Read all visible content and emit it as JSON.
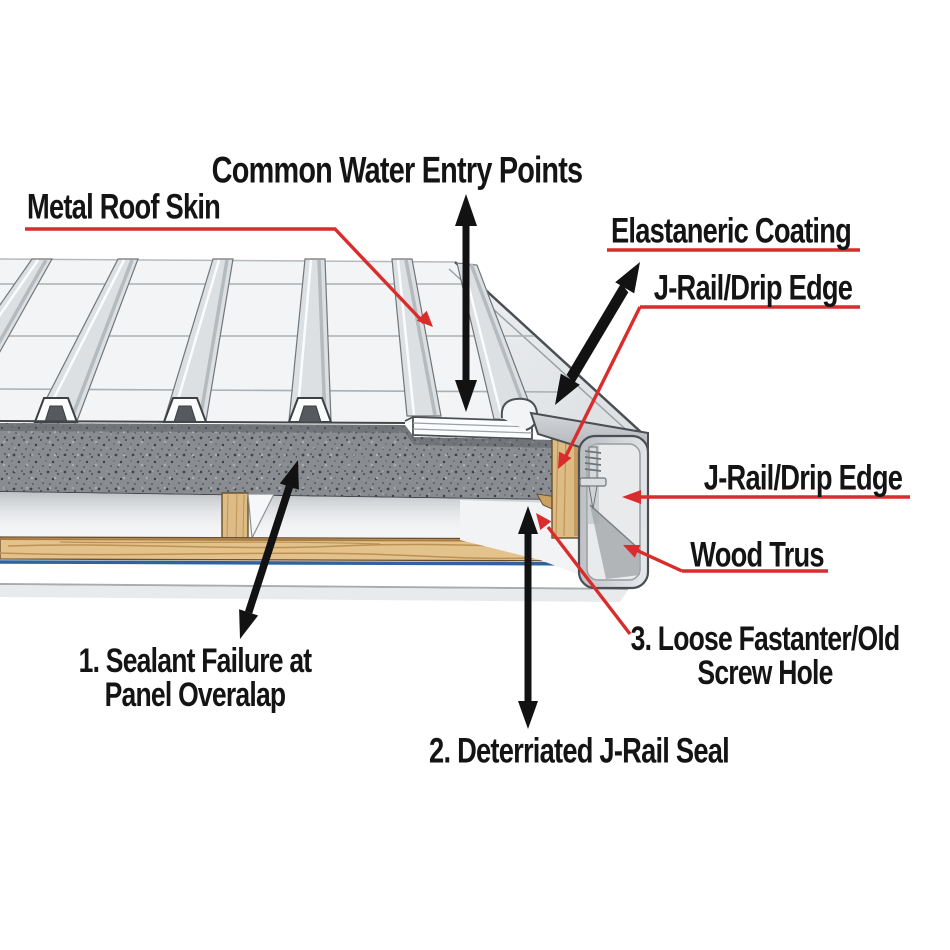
{
  "page": {
    "background": "#ffffff"
  },
  "diagram": {
    "title": "Common Water Entry Points",
    "labels": {
      "metal_roof_skin": "Metal Roof Skin",
      "elastomeric_coating": "Elastaneric Coating",
      "j_rail_drip_edge_upper": "J-Rail/Drip Edge",
      "j_rail_drip_edge_right": "J-Rail/Drip Edge",
      "wood_truss": "Wood Trus",
      "issue_1_line1": "1. Sealant Failure at",
      "issue_1_line2": "Panel Overalap",
      "issue_2": "2. Deterriated J-Rail Seal",
      "issue_3_line1": "3. Loose Fastanter/Old",
      "issue_3_line2": "Screw Hole"
    },
    "colors": {
      "label_text": "#141414",
      "leader_red": "#d92c2c",
      "arrow_black": "#121212",
      "panel_white": "#f2f4f6",
      "panel_shadow": "#b5babe",
      "insulation_gray": "#898d91",
      "wood_tan": "#ddbb84",
      "plank_tan": "#e4c28c",
      "membrane_blue": "#2e63a0",
      "rail_gray": "#cdd1d5",
      "outline_dark": "#4b4f53"
    }
  }
}
